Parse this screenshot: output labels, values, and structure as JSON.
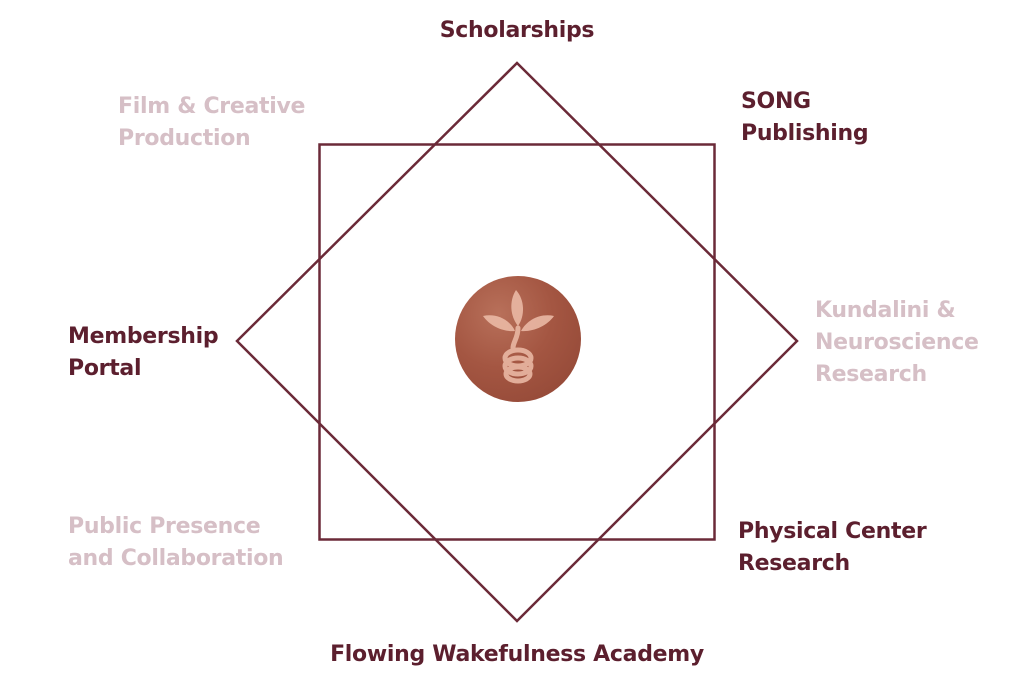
{
  "diagram": {
    "colors": {
      "line": "#6b2a38",
      "active_label": "#5c1f2e",
      "inactive_label": "#d6bfc6",
      "emblem": "#a45642",
      "emblem_motif": "#e9b7a3"
    },
    "center": {
      "icon": "sprout-spiral-emblem-icon"
    },
    "nodes": [
      {
        "id": "top",
        "lines": [
          "Scholarships"
        ],
        "state": "active"
      },
      {
        "id": "top-right",
        "lines": [
          "SONG",
          "Publishing"
        ],
        "state": "active"
      },
      {
        "id": "right",
        "lines": [
          "Kundalini &",
          "Neuroscience",
          "Research"
        ],
        "state": "inactive"
      },
      {
        "id": "bottom-right",
        "lines": [
          "Physical Center",
          "Research"
        ],
        "state": "active"
      },
      {
        "id": "bottom",
        "lines": [
          "Flowing Wakefulness Academy"
        ],
        "state": "active"
      },
      {
        "id": "bottom-left",
        "lines": [
          "Public Presence",
          "and Collaboration"
        ],
        "state": "inactive"
      },
      {
        "id": "left",
        "lines": [
          "Membership",
          "Portal"
        ],
        "state": "active"
      },
      {
        "id": "top-left",
        "lines": [
          "Film & Creative",
          "Production"
        ],
        "state": "inactive"
      }
    ]
  }
}
